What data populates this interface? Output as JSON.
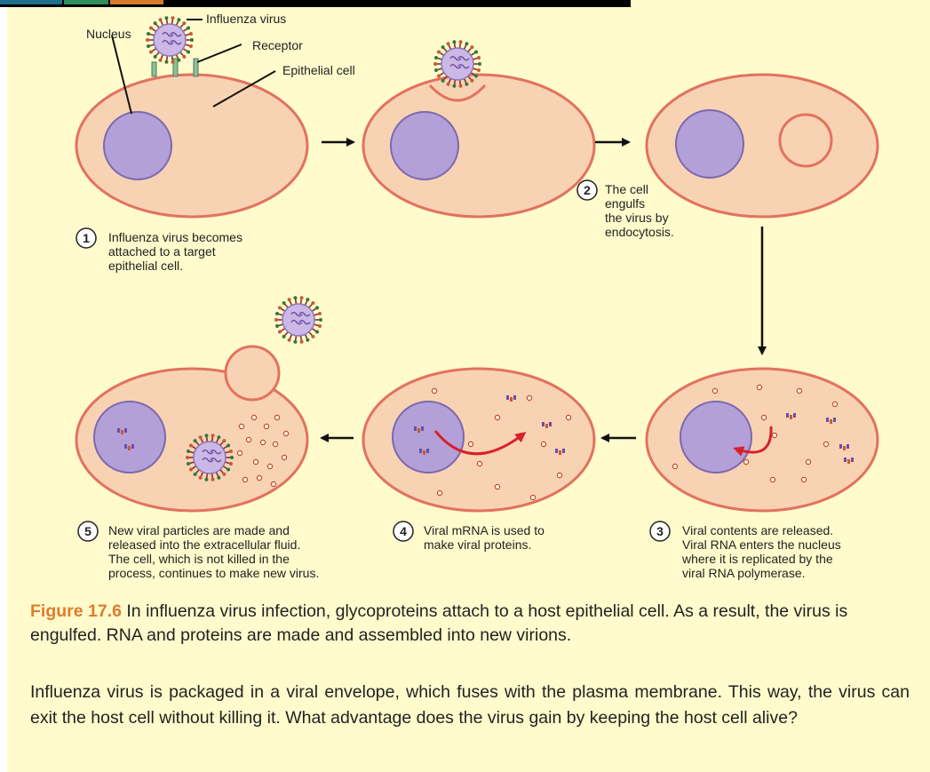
{
  "diagram": {
    "labels": {
      "nucleus": "Nucleus",
      "influenza_virus": "Influenza virus",
      "receptor": "Receptor",
      "epithelial_cell": "Epithelial cell"
    },
    "steps": [
      {
        "number": "1",
        "lines": [
          "Influenza virus becomes",
          "attached to a target",
          "epithelial cell."
        ]
      },
      {
        "number": "2",
        "lines": [
          "The cell",
          "engulfs",
          "the virus by",
          "endocytosis."
        ]
      },
      {
        "number": "3",
        "lines": [
          "Viral contents are released.",
          "Viral RNA enters the nucleus",
          "where it is replicated by the",
          "viral RNA polymerase."
        ]
      },
      {
        "number": "4",
        "lines": [
          "Viral mRNA is used to",
          "make viral proteins."
        ]
      },
      {
        "number": "5",
        "lines": [
          "New viral particles are made and",
          "released into the extracellular fluid.",
          "The cell, which is not killed in the",
          "process, continues to make new virus."
        ]
      }
    ],
    "colors": {
      "cell_fill": "#f8d3b3",
      "cell_border": "#e2725e",
      "nucleus_fill": "#b4a0d8",
      "nucleus_border": "#7c68ad",
      "virus_core": "#cbb8e6",
      "virus_spike": "#8c2f2a",
      "arrow": "#111111",
      "red_arrow": "#d9202a"
    }
  },
  "caption": {
    "figure_label": "Figure 17.6",
    "text": " In influenza virus infection, glycoproteins attach to a host epithelial cell. As a result, the virus is engulfed. RNA and proteins are made and assembled into new virions."
  },
  "question": "Influenza virus is packaged in a viral envelope, which fuses with the plasma membrane. This way, the virus can exit the host cell without killing it. What advantage does the virus gain by keeping the host cell alive?"
}
